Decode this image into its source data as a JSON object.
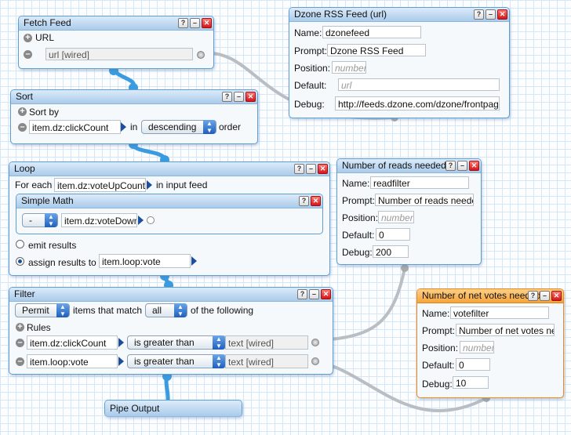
{
  "colors": {
    "accent": "#5d9fd3",
    "wire": "#b9bec4",
    "wire_active": "#3a9be0",
    "orange": "#f08a13"
  },
  "fetch_feed": {
    "title": "Fetch Feed",
    "url_label": "URL",
    "url_value": "url [wired]"
  },
  "sort": {
    "title": "Sort",
    "sort_by": "Sort by",
    "field": "item.dz:clickCount",
    "in_label": "in",
    "order_value": "descending",
    "order_label": "order"
  },
  "loop": {
    "title": "Loop",
    "for_each": "For each",
    "field": "item.dz:voteUpCount",
    "in_input": "in input feed",
    "simple_math": {
      "title": "Simple Math",
      "op": "-",
      "field": "item.dz:voteDown"
    },
    "emit": "emit results",
    "assign": "assign results to",
    "assign_field": "item.loop:vote"
  },
  "filter": {
    "title": "Filter",
    "mode": "Permit",
    "items_match": "items that match",
    "quantifier": "all",
    "of_following": "of the following",
    "rules_label": "Rules",
    "rules": [
      {
        "field": "item.dz:clickCount",
        "op": "is greater than",
        "value": "text [wired]"
      },
      {
        "field": "item.loop:vote",
        "op": "is greater than",
        "value": "text [wired]"
      }
    ]
  },
  "pipe_output": {
    "title": "Pipe Output"
  },
  "dzone": {
    "title": "Dzone RSS Feed (url)",
    "name_label": "Name:",
    "name": "dzonefeed",
    "prompt_label": "Prompt:",
    "prompt": "Dzone RSS Feed",
    "position_label": "Position:",
    "position_ph": "number",
    "default_label": "Default:",
    "default_ph": "url",
    "debug_label": "Debug:",
    "debug": "http://feeds.dzone.com/dzone/frontpage"
  },
  "reads": {
    "title": "Number of reads needed",
    "name_label": "Name:",
    "name": "readfilter",
    "prompt_label": "Prompt:",
    "prompt": "Number of reads needed",
    "position_label": "Position:",
    "position_ph": "number",
    "default_label": "Default:",
    "default": "0",
    "debug_label": "Debug:",
    "debug": "200"
  },
  "votes": {
    "title": "Number of net votes needed",
    "name_label": "Name:",
    "name": "votefilter",
    "prompt_label": "Prompt:",
    "prompt": "Number of net votes needed",
    "position_label": "Position:",
    "position_ph": "number",
    "default_label": "Default:",
    "default": "0",
    "debug_label": "Debug:",
    "debug": "10"
  },
  "controls": {
    "help": "?",
    "min": "–",
    "close": "✕"
  }
}
